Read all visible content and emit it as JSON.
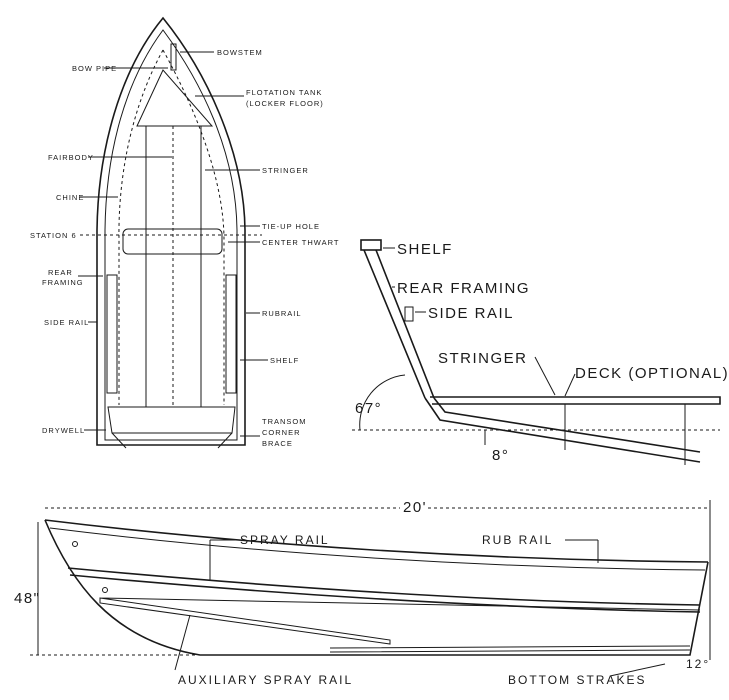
{
  "plan_view": {
    "labels": {
      "bowstem": "BOWSTEM",
      "bow_pipe": "BOW PIPE",
      "flotation_tank_1": "FLOTATION TANK",
      "flotation_tank_2": "(LOCKER FLOOR)",
      "fairbody": "FAIRBODY",
      "stringer": "STRINGER",
      "chine": "CHINE",
      "tie_up_hole": "TIE-UP HOLE",
      "station_6": "STATION 6",
      "center_thwart": "CENTER THWART",
      "rear_framing_1": "REAR",
      "rear_framing_2": "FRAMING",
      "rubrail": "RUBRAIL",
      "side_rail": "SIDE RAIL",
      "shelf": "SHELF",
      "drywell": "DRYWELL",
      "transom_1": "TRANSOM",
      "transom_2": "CORNER",
      "transom_3": "BRACE"
    }
  },
  "section_view": {
    "labels": {
      "shelf": "SHELF",
      "rear_framing": "REAR FRAMING",
      "side_rail": "SIDE RAIL",
      "stringer": "STRINGER",
      "deck": "DECK (OPTIONAL)",
      "angle_67": "67°",
      "angle_8": "8°"
    }
  },
  "profile_view": {
    "labels": {
      "length": "20'",
      "height": "48\"",
      "spray_rail": "SPRAY RAIL",
      "rub_rail": "RUB RAIL",
      "auxiliary_spray_rail": "AUXILIARY SPRAY RAIL",
      "bottom_strakes": "BOTTOM STRAKES",
      "angle_12": "12°"
    }
  }
}
